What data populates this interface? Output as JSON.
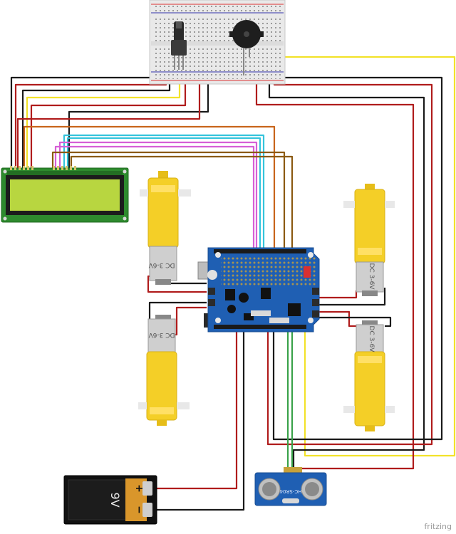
{
  "labels": {
    "motor_top_left": "DC 3-6V",
    "motor_bottom_left": "DC 3-6V",
    "motor_top_right": "DC 3-6V",
    "motor_bottom_right": "DC 3-6V",
    "battery_voltage": "9V",
    "battery_plus": "+",
    "battery_minus": "−",
    "sensor_model": "HC-SR04",
    "watermark": "fritzing"
  },
  "colors": {
    "red": "#b01c1c",
    "black": "#1a1a1a",
    "yellow": "#f2e22a",
    "brown": "#8b5a12",
    "orange": "#c8651b",
    "cyan": "#35c4dc",
    "magenta": "#d65fd6",
    "green": "#3aa24a",
    "shield_blue": "#1f5fb3",
    "motor_yellow": "#f4cf27",
    "lcd_green": "#2e8b2e",
    "lcd_screen": "#b8d640"
  },
  "components": [
    {
      "name": "breadboard",
      "icon": "breadboard-icon"
    },
    {
      "name": "potentiometer",
      "icon": "potentiometer-icon"
    },
    {
      "name": "piezo-buzzer",
      "icon": "buzzer-icon"
    },
    {
      "name": "lcd-16x2",
      "icon": "lcd-icon"
    },
    {
      "name": "motor-shield",
      "icon": "circuit-board-icon"
    },
    {
      "name": "dc-motor-x4",
      "icon": "motor-icon"
    },
    {
      "name": "battery-9v",
      "icon": "battery-icon"
    },
    {
      "name": "ultrasonic-sensor",
      "icon": "sensor-icon"
    }
  ]
}
